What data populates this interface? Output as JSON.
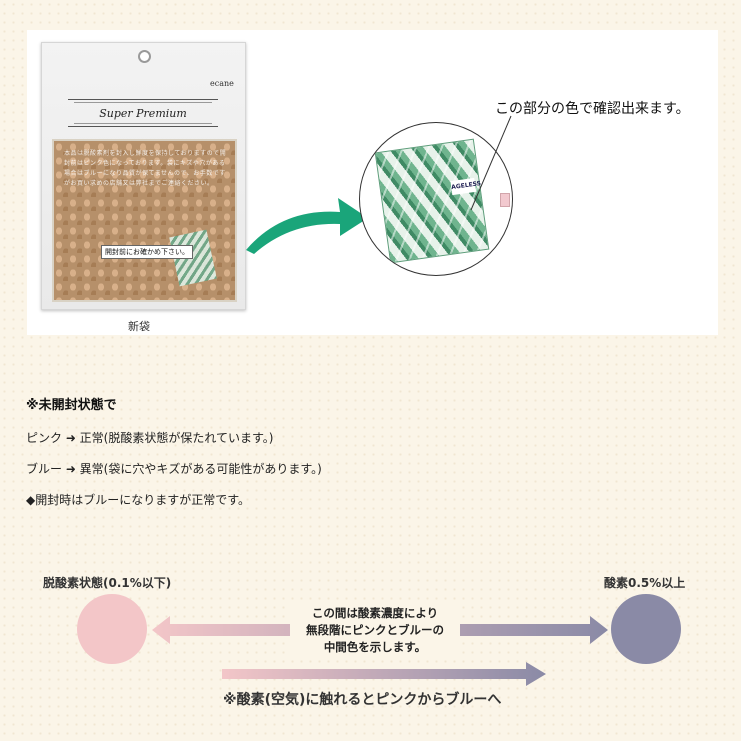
{
  "photo": {
    "brand": "ecane",
    "product_title": "Super Premium",
    "package_text": "本品は脱酸素剤を封入し鮮度を保持しておりますので開封前はピンク色になっております。袋にキズや穴がある場合はブルーになり品質が保てませんので、お手数ですがお買い求めの店舗又は弊社までご連絡ください。",
    "check_badge": "開封前にお確かめ下さい。",
    "sachet_label": "AGELESS",
    "bag_caption": "新袋",
    "callout": "この部分の色で確認出来ます。"
  },
  "notice": {
    "heading": "※未開封状態で",
    "pink_line": "ピンク ➜ 正常(脱酸素状態が保たれています。)",
    "blue_line": "ブルー ➜ 異常(袋に穴やキズがある可能性があります。)",
    "open_line": "◆開封時はブルーになりますが正常です。"
  },
  "diagram": {
    "left_label": "脱酸素状態(0.1%以下)",
    "right_label": "酸素0.5%以上",
    "middle_line1": "この間は酸素濃度により",
    "middle_line2": "無段階にピンクとブルーの",
    "middle_line3": "中間色を示します。",
    "bottom_text": "※酸素(空気)に触れるとピンクからブルーへ",
    "pink_color": "#f3c6c8",
    "blue_color": "#8a8aa6",
    "arrow_color": "#1aa57a"
  }
}
